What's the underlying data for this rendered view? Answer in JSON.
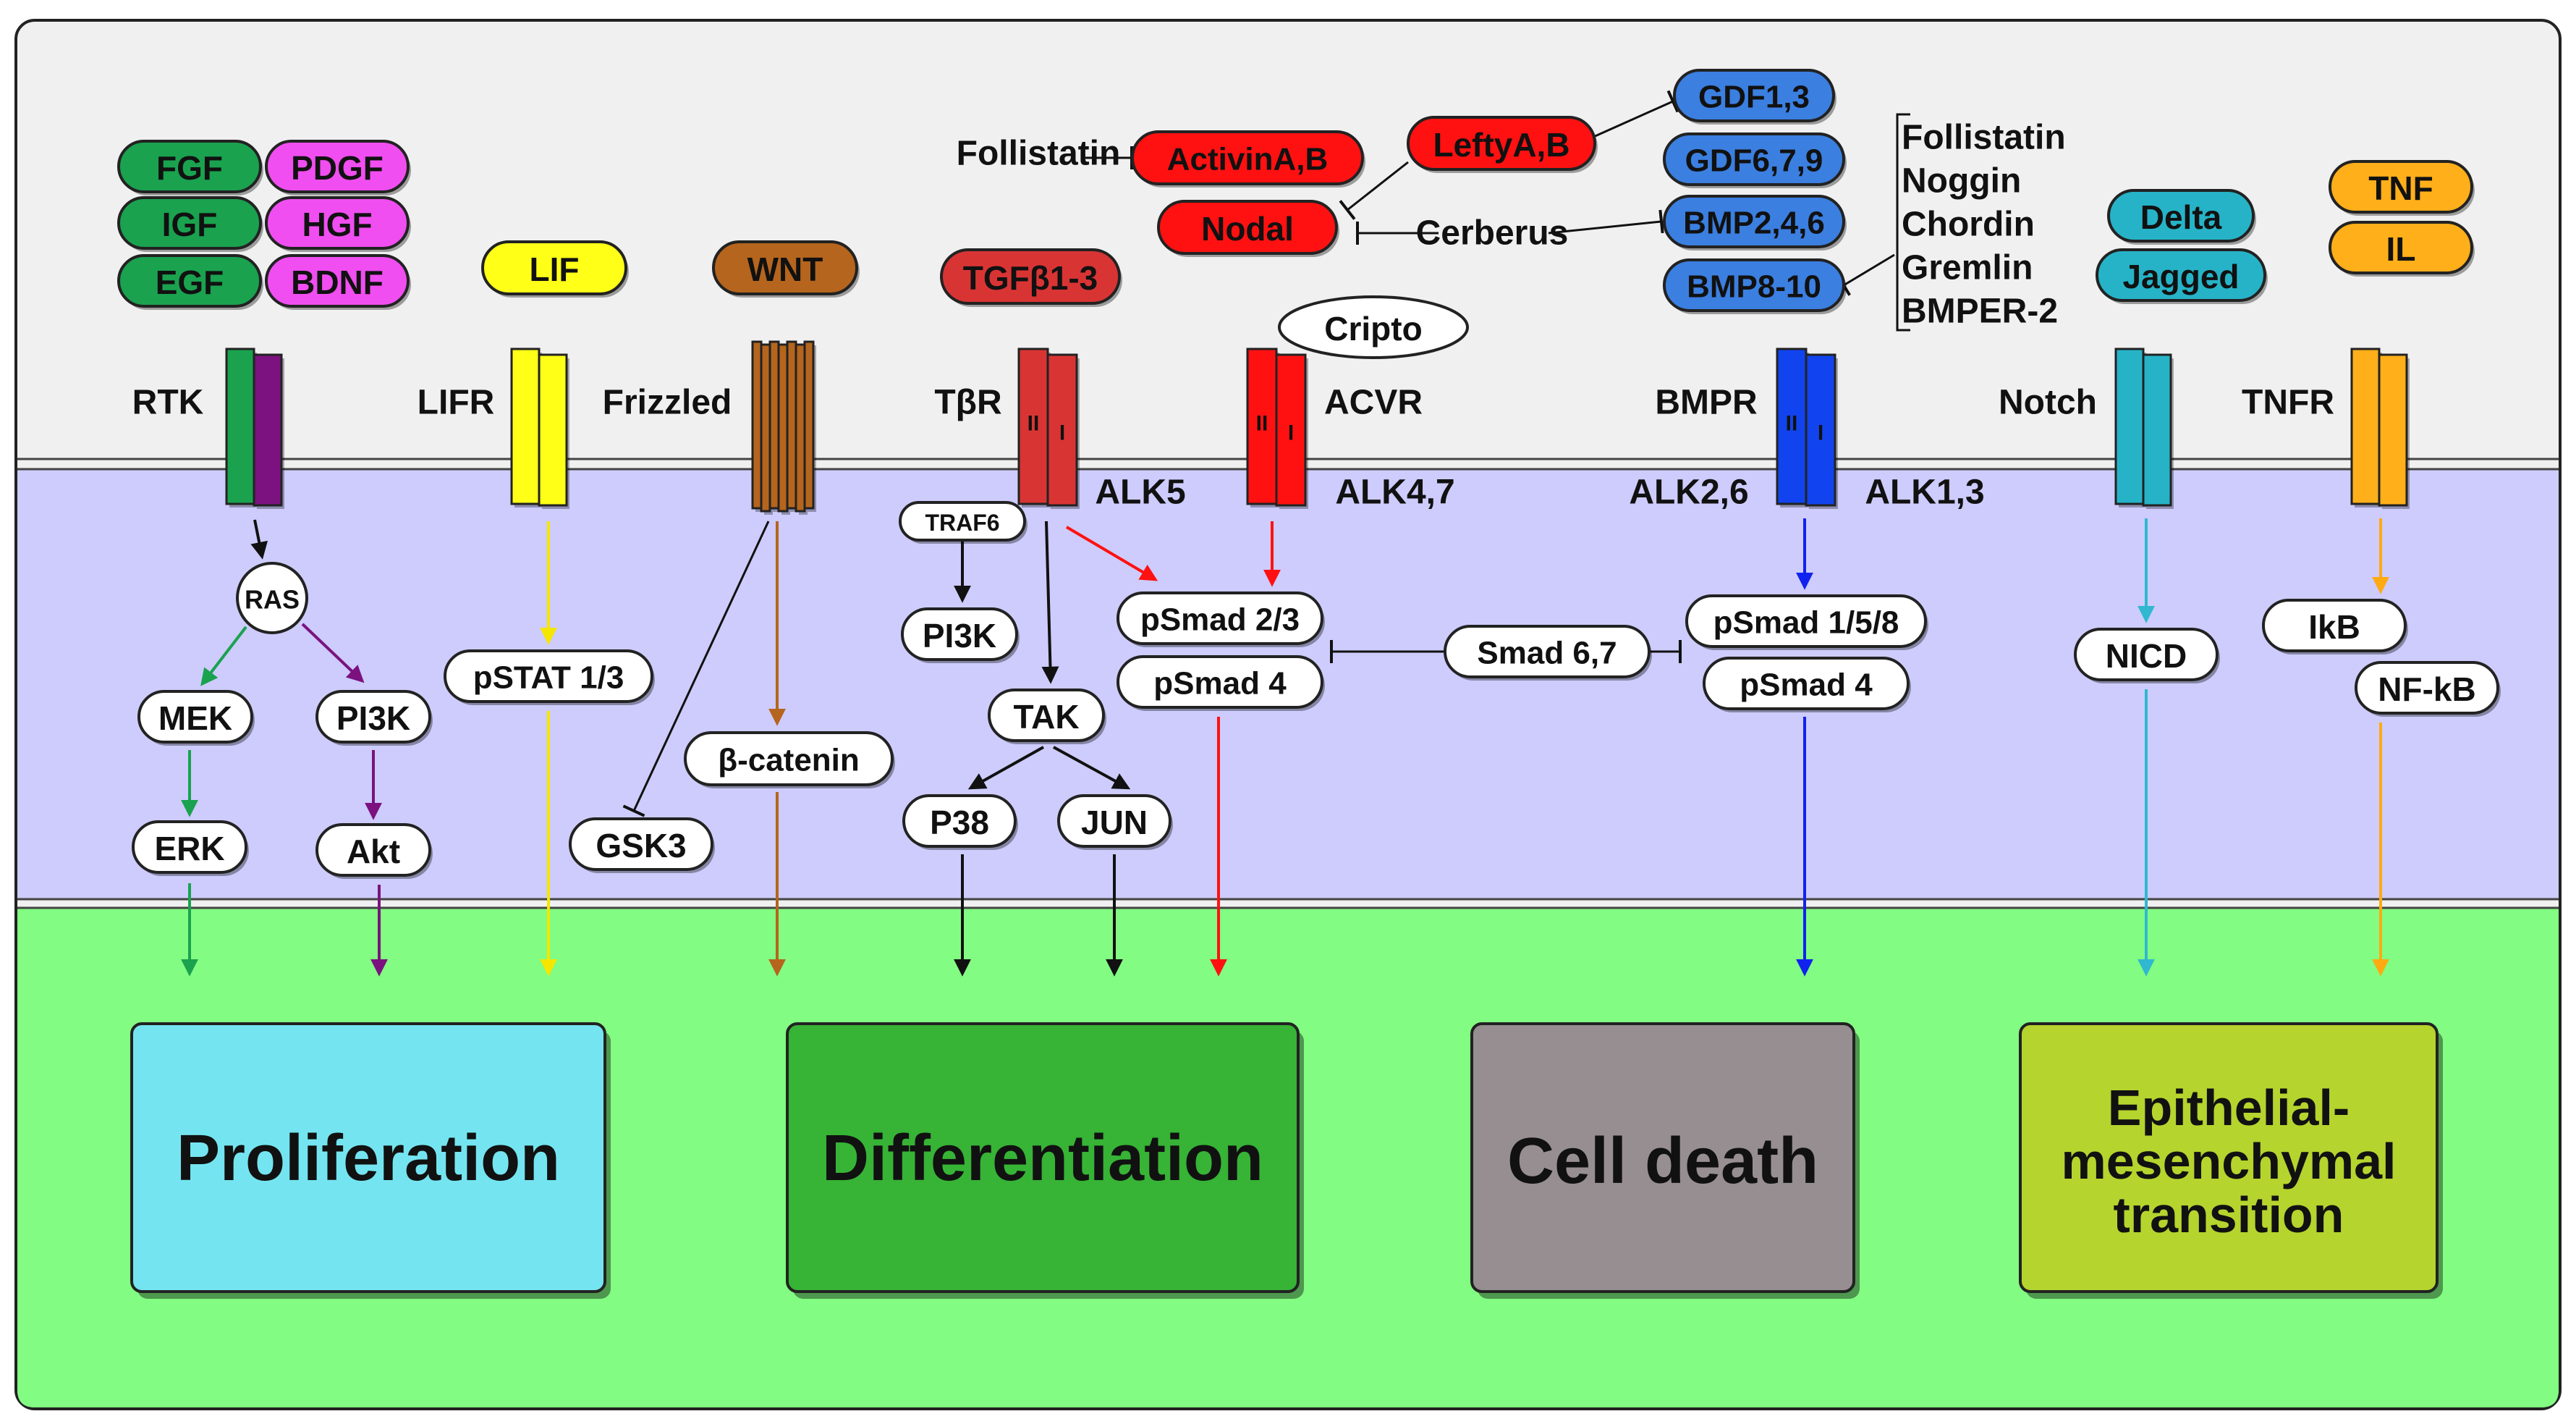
{
  "colors": {
    "extracellular": "#f0f0f0",
    "cytoplasm": "#cdccfc",
    "nucleus": "#82fc82",
    "rtk": "#1aa24f",
    "rtk2": "#7b127f",
    "lif": "#ffff17",
    "wnt": "#b5651d",
    "tgfb": "#d93434",
    "activin": "#ff1111",
    "bmp": "#1144ee",
    "notch": "#26b3c7",
    "tnf": "#ffaf1a",
    "gdf": "#3b7fe0",
    "pdgf": "#f04ef0"
  },
  "ligands": {
    "fgf": "FGF",
    "pdgf": "PDGF",
    "igf": "IGF",
    "hgf": "HGF",
    "egf": "EGF",
    "bdnf": "BDNF",
    "lif": "LIF",
    "wnt": "WNT",
    "tgfb": "TGFβ1-3",
    "activin": "ActivinA,B",
    "nodal": "Nodal",
    "lefty": "LeftyA,B",
    "gdf13": "GDF1,3",
    "gdf679": "GDF6,7,9",
    "bmp246": "BMP2,4,6",
    "bmp810": "BMP8-10",
    "delta": "Delta",
    "jagged": "Jagged",
    "tnf": "TNF",
    "il": "IL",
    "cripto": "Cripto"
  },
  "inhibitors": {
    "follistatin": "Follistatin",
    "cerberus": "Cerberus",
    "bmp_antagonists": [
      "Follistatin",
      "Noggin",
      "Chordin",
      "Gremlin",
      "BMPER-2"
    ]
  },
  "receptors": {
    "rtk": "RTK",
    "lifr": "LIFR",
    "frizzled": "Frizzled",
    "tbr": "TβR",
    "alk5": "ALK5",
    "acvr": "ACVR",
    "alk47": "ALK4,7",
    "bmpr": "BMPR",
    "alk26": "ALK2,6",
    "alk13": "ALK1,3",
    "notch": "Notch",
    "tnfr": "TNFR",
    "subunit_a": "II",
    "subunit_b": "I"
  },
  "intracellular": {
    "ras": "RAS",
    "mek": "MEK",
    "erk": "ERK",
    "pi3k_rtk": "PI3K",
    "akt": "Akt",
    "pstat": "pSTAT 1/3",
    "gsk3": "GSK3",
    "bcatenin": "β-catenin",
    "traf6": "TRAF6",
    "pi3k_tgf": "PI3K",
    "tak": "TAK",
    "p38": "P38",
    "jun": "JUN",
    "psmad23": "pSmad 2/3",
    "psmad4_a": "pSmad 4",
    "smad67": "Smad 6,7",
    "psmad158": "pSmad 1/5/8",
    "psmad4_b": "pSmad 4",
    "nicd": "NICD",
    "ikb": "IkB",
    "nfkb": "NF-kB"
  },
  "outcomes": {
    "proliferation": "Proliferation",
    "differentiation": "Differentiation",
    "cell_death": "Cell death",
    "emt": [
      "Epithelial-",
      "mesenchymal",
      "transition"
    ]
  }
}
